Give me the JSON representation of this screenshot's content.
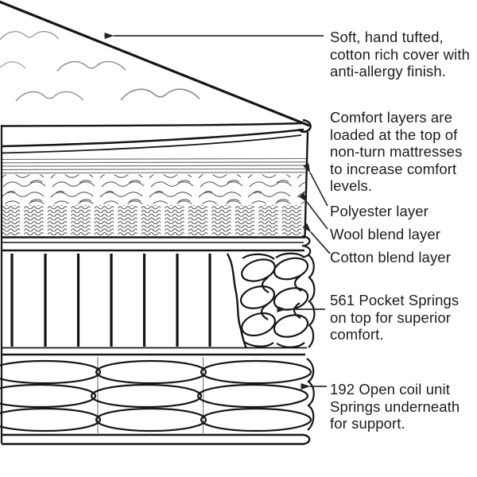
{
  "diagram": {
    "subject": "Mattress cross-section construction diagram",
    "labels": {
      "cover": {
        "lines": [
          "Soft, hand tufted,",
          "cotton rich cover with",
          "anti-allergy finish."
        ]
      },
      "comfort_layers": {
        "lines": [
          "Comfort layers are",
          "loaded at the top of",
          "non-turn mattresses",
          "to increase comfort",
          "levels."
        ]
      },
      "polyester": {
        "lines": [
          "Polyester layer"
        ]
      },
      "wool": {
        "lines": [
          "Wool blend layer"
        ]
      },
      "cotton": {
        "lines": [
          "Cotton blend layer"
        ]
      },
      "pocket_springs": {
        "lines": [
          "561 Pocket Springs",
          "on top for superior",
          "comfort."
        ]
      },
      "open_coil": {
        "lines": [
          "192 Open coil unit",
          "Springs underneath",
          "for support."
        ]
      }
    },
    "colors": {
      "ink": "#161616",
      "texture_line": "#4a4a4a",
      "soft_line": "#8f8f8f",
      "background": "#ffffff"
    }
  }
}
